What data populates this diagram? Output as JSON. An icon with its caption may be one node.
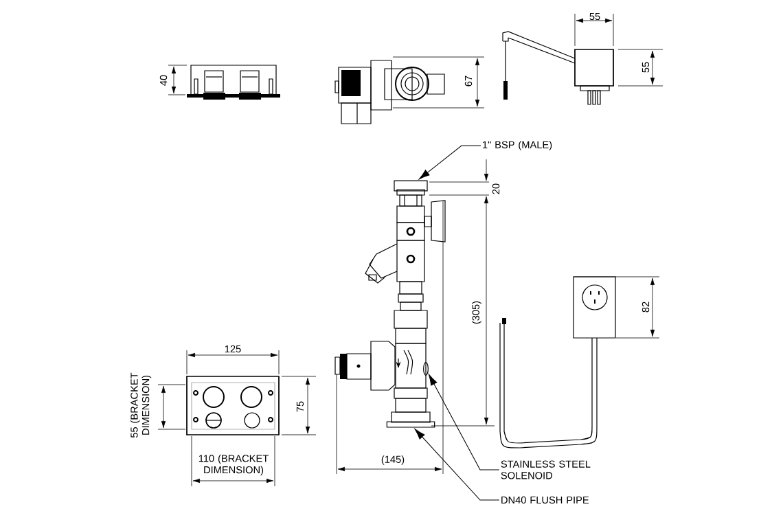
{
  "diagram": {
    "nodes": [
      {
        "text": [
          "1\" BSP (MALE)"
        ]
      },
      {
        "text": [
          "STAINLESS STEEL SOLENOID"
        ]
      },
      {
        "text": [
          "DN40 FLUSH PIPE"
        ]
      },
      {
        "text": [],
        "shape": "box"
      },
      {
        "text": [],
        "shape": "circle"
      },
      {
        "text": [],
        "shape": "box"
      }
    ],
    "edges": [
      {
        "from": 0,
        "to": 3,
        "arrow": "to"
      },
      {
        "from": 1,
        "to": 4,
        "arrow": "to"
      },
      {
        "from": 2,
        "to": 5,
        "arrow": "to"
      }
    ],
    "labels": [
      "40",
      "67",
      "55",
      "55",
      "20",
      "(305)",
      "82",
      "125",
      "55 (BRACKET DIMENSION)",
      "75",
      "110 (BRACKET DIMENSION)",
      "(145)"
    ]
  }
}
